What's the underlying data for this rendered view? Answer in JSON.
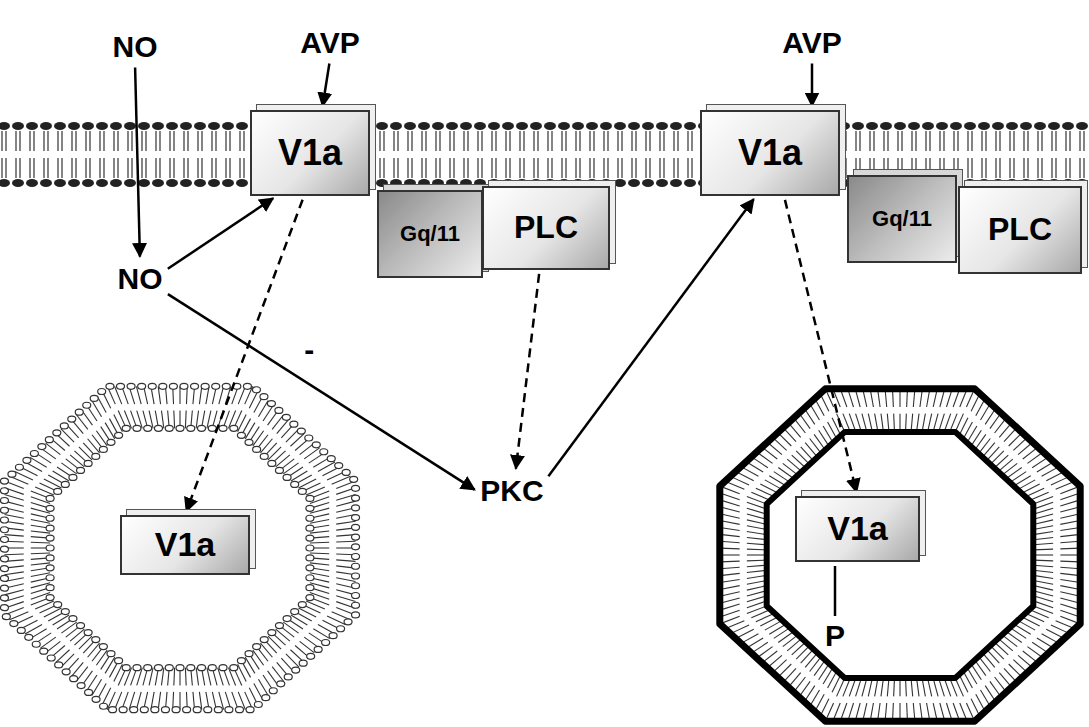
{
  "diagram": {
    "nodes": [
      {
        "text": [
          "NO"
        ]
      },
      {
        "text": [
          "AVP"
        ]
      },
      {
        "text": [
          "AVP"
        ]
      },
      {
        "text": [
          "V1a"
        ]
      },
      {
        "text": [
          "Gq/11"
        ]
      },
      {
        "text": [
          "PLC"
        ]
      },
      {
        "text": [
          "V1a"
        ]
      },
      {
        "text": [
          "Gq/11"
        ]
      },
      {
        "text": [
          "PLC"
        ]
      },
      {
        "text": [
          "NO"
        ]
      },
      {
        "text": [
          "PKC"
        ]
      },
      {
        "text": [
          "V1a"
        ]
      },
      {
        "text": [
          "V1a"
        ]
      }
    ],
    "edges": [
      {
        "from": 0,
        "to": 9,
        "arrow": "to"
      },
      {
        "from": 1,
        "to": 3,
        "arrow": "to"
      },
      {
        "from": 2,
        "to": 6,
        "arrow": "to"
      },
      {
        "from": 9,
        "to": 3,
        "arrow": "to"
      },
      {
        "from": 9,
        "to": 10,
        "label": "-",
        "arrow": "to"
      },
      {
        "from": 3,
        "to": 11,
        "arrow": "to"
      },
      {
        "from": 5,
        "to": 10,
        "arrow": "to"
      },
      {
        "from": 10,
        "to": 6,
        "arrow": "to"
      },
      {
        "from": 6,
        "to": 12,
        "arrow": "to"
      }
    ],
    "labels": [
      "P"
    ]
  }
}
